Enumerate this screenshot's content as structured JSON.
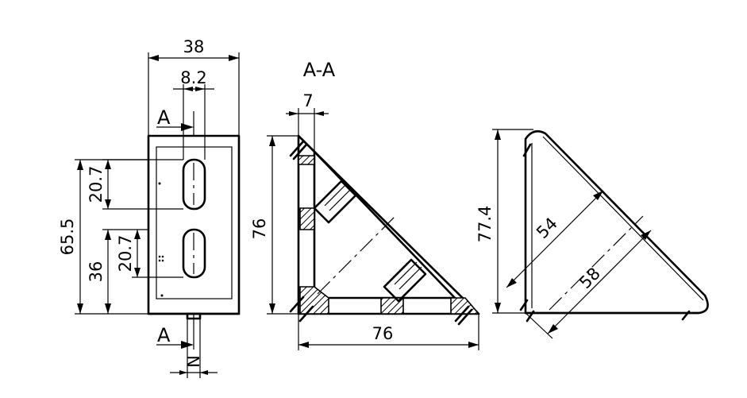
{
  "section_label": "A-A",
  "cut_marker": "A",
  "front_view": {
    "width": "38",
    "slot_pitch": "8.2",
    "height_total": "65.5",
    "lower_offset": "36",
    "slot_upper": "20.7",
    "slot_lower": "20.7",
    "nut_label": "N"
  },
  "section_view": {
    "thickness": "7",
    "height": "76",
    "base": "76"
  },
  "side_view": {
    "height": "77.4",
    "inner": "54",
    "outer": "58"
  }
}
